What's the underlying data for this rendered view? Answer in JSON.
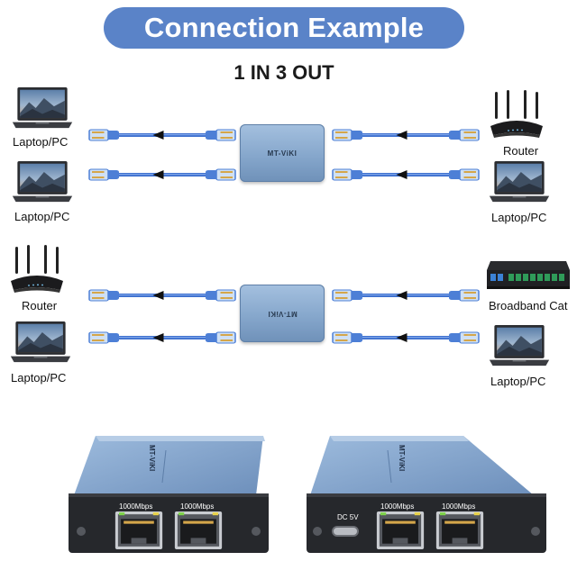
{
  "title": "Connection Example",
  "subtitle": "1 IN 3 OUT",
  "brand": "MT-ViKI",
  "labels": {
    "laptop": "Laptop/PC",
    "router": "Router",
    "broadband": "Broadband Cat"
  },
  "ports": {
    "speed": "1000Mbps",
    "power": "DC 5V"
  },
  "icons": [
    "laptop-icon",
    "router-icon",
    "modem-icon",
    "ethernet-cable-icon",
    "arrow-left-icon",
    "switch-device-icon",
    "rj45-port-icon",
    "usb-c-port-icon"
  ],
  "colors": {
    "banner": "#5a83c8",
    "device_blue": "#86a7cc",
    "cable_blue": "#3d6fce",
    "port_led_green": "#7ed34a",
    "port_led_yellow": "#e8d24a"
  }
}
